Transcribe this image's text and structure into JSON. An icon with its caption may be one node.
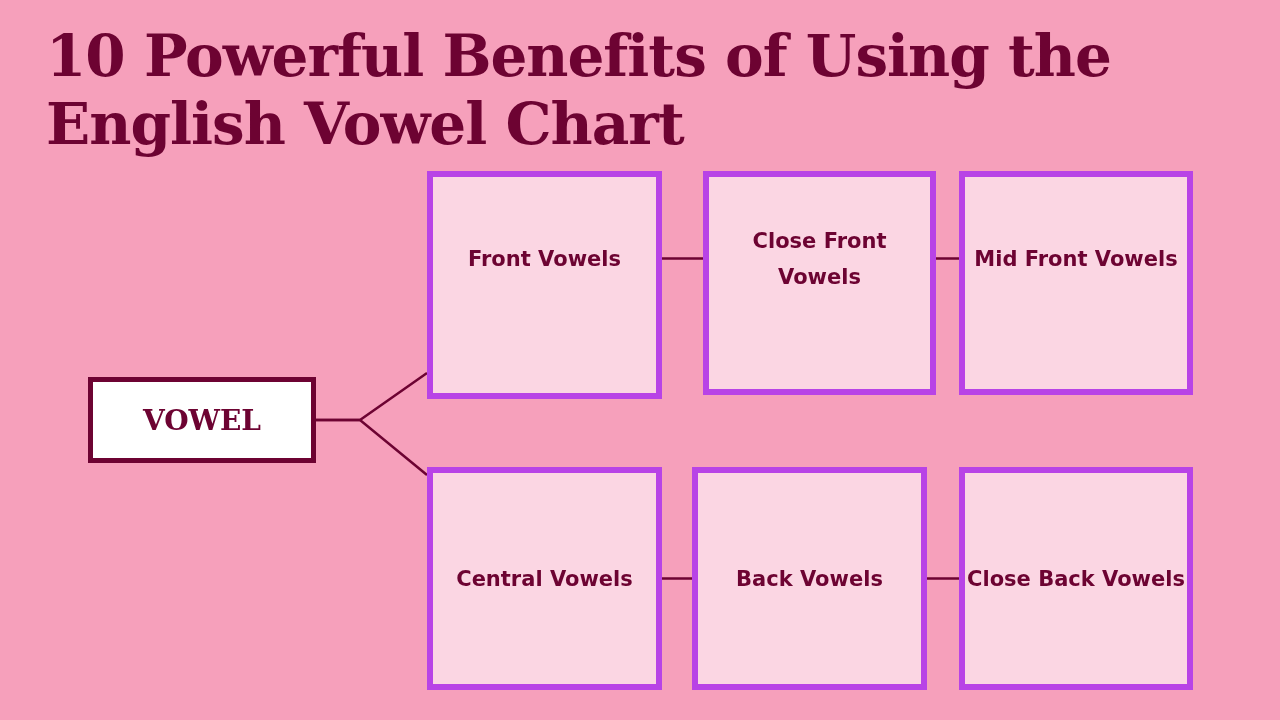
{
  "diagram": {
    "title": "10 Powerful Benefits of Using the English Vowel Chart",
    "nodes": [
      {
        "text": [
          "VOWEL"
        ]
      },
      {
        "text": [
          "Front Vowels"
        ]
      },
      {
        "text": [
          "Close Front Vowels"
        ]
      },
      {
        "text": [
          "Mid Front Vowels"
        ]
      },
      {
        "text": [
          "Central Vowels"
        ]
      },
      {
        "text": [
          "Back Vowels"
        ]
      },
      {
        "text": [
          "Close Back Vowels"
        ]
      }
    ],
    "edges": [
      {
        "from": 0,
        "to": 1,
        "arrow": "none"
      },
      {
        "from": 0,
        "to": 4,
        "arrow": "none"
      },
      {
        "from": 1,
        "to": 2,
        "arrow": "none"
      },
      {
        "from": 2,
        "to": 3,
        "arrow": "none"
      },
      {
        "from": 4,
        "to": 5,
        "arrow": "none"
      },
      {
        "from": 5,
        "to": 6,
        "arrow": "none"
      }
    ]
  }
}
